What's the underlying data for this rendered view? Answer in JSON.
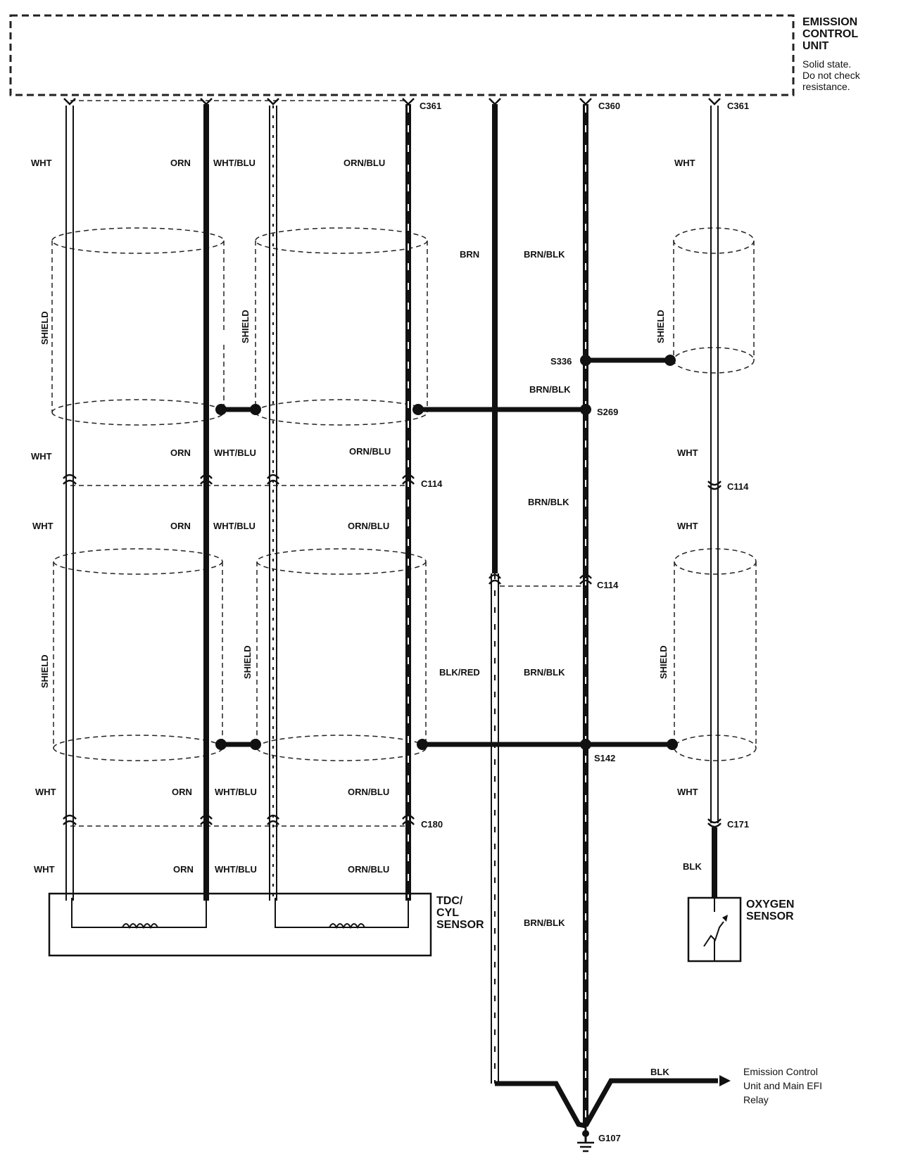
{
  "ecu": {
    "title_lines": [
      "EMISSION",
      "CONTROL",
      "UNIT"
    ],
    "note_lines": [
      "Solid state.",
      "Do not check",
      "resistance."
    ]
  },
  "connectors": {
    "c361_left": "C361",
    "c360": "C360",
    "c361_right": "C361",
    "c114": "C114",
    "c180": "C180",
    "c171": "C171"
  },
  "splices": {
    "s336": "S336",
    "s269": "S269",
    "s142": "S142"
  },
  "ground": "G107",
  "shield_label": "SHIELD",
  "wires": {
    "wht": "WHT",
    "orn": "ORN",
    "wht_blu": "WHT/BLU",
    "orn_blu": "ORN/BLU",
    "brn": "BRN",
    "brn_blk": "BRN/BLK",
    "blk_red": "BLK/RED",
    "blk": "BLK"
  },
  "components": {
    "tdc_lines": [
      "TDC/",
      "CYL",
      "SENSOR"
    ],
    "oxygen_lines": [
      "OXYGEN",
      "SENSOR"
    ],
    "relay_lines": [
      "Emission Control",
      "Unit and Main EFI",
      "Relay"
    ]
  }
}
